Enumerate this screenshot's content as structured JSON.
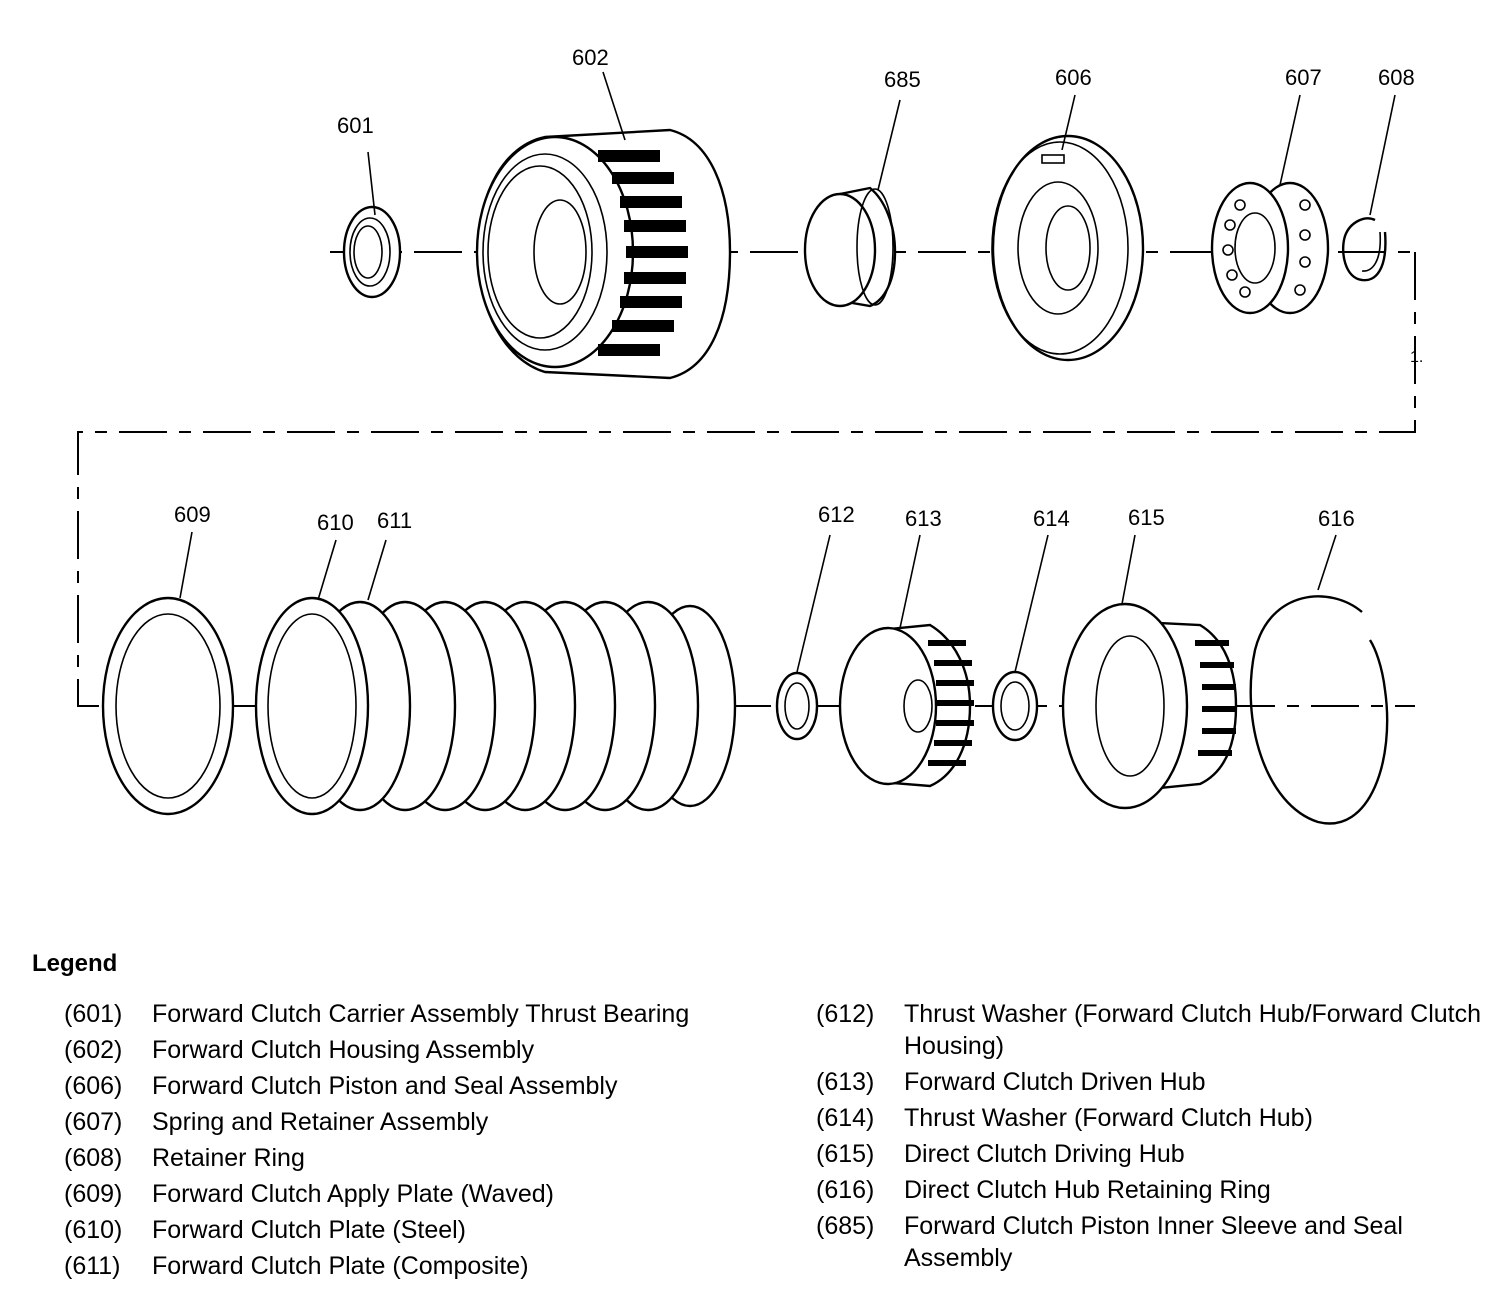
{
  "callouts": {
    "c601": "601",
    "c602": "602",
    "c685": "685",
    "c606": "606",
    "c607": "607",
    "c608": "608",
    "c609": "609",
    "c610": "610",
    "c611": "611",
    "c612": "612",
    "c613": "613",
    "c614": "614",
    "c615": "615",
    "c616": "616",
    "note1": "1."
  },
  "legend": {
    "title": "Legend",
    "left": [
      {
        "num": "(601)",
        "desc": "Forward Clutch Carrier Assembly Thrust Bearing"
      },
      {
        "num": "(602)",
        "desc": "Forward Clutch Housing Assembly"
      },
      {
        "num": "(606)",
        "desc": "Forward Clutch Piston and Seal Assembly"
      },
      {
        "num": "(607)",
        "desc": "Spring and Retainer Assembly"
      },
      {
        "num": "(608)",
        "desc": "Retainer Ring"
      },
      {
        "num": "(609)",
        "desc": "Forward Clutch Apply Plate (Waved)"
      },
      {
        "num": "(610)",
        "desc": "Forward Clutch Plate (Steel)"
      },
      {
        "num": "(611)",
        "desc": "Forward Clutch Plate (Composite)"
      }
    ],
    "right": [
      {
        "num": "(612)",
        "desc": "Thrust Washer (Forward Clutch Hub/Forward Clutch Housing)"
      },
      {
        "num": "(613)",
        "desc": "Forward Clutch Driven Hub"
      },
      {
        "num": "(614)",
        "desc": "Thrust Washer (Forward Clutch Hub)"
      },
      {
        "num": "(615)",
        "desc": "Direct Clutch Driving Hub"
      },
      {
        "num": "(616)",
        "desc": "Direct Clutch Hub Retaining Ring"
      },
      {
        "num": "(685)",
        "desc": "Forward Clutch Piston Inner Sleeve and Seal Assembly"
      }
    ]
  }
}
